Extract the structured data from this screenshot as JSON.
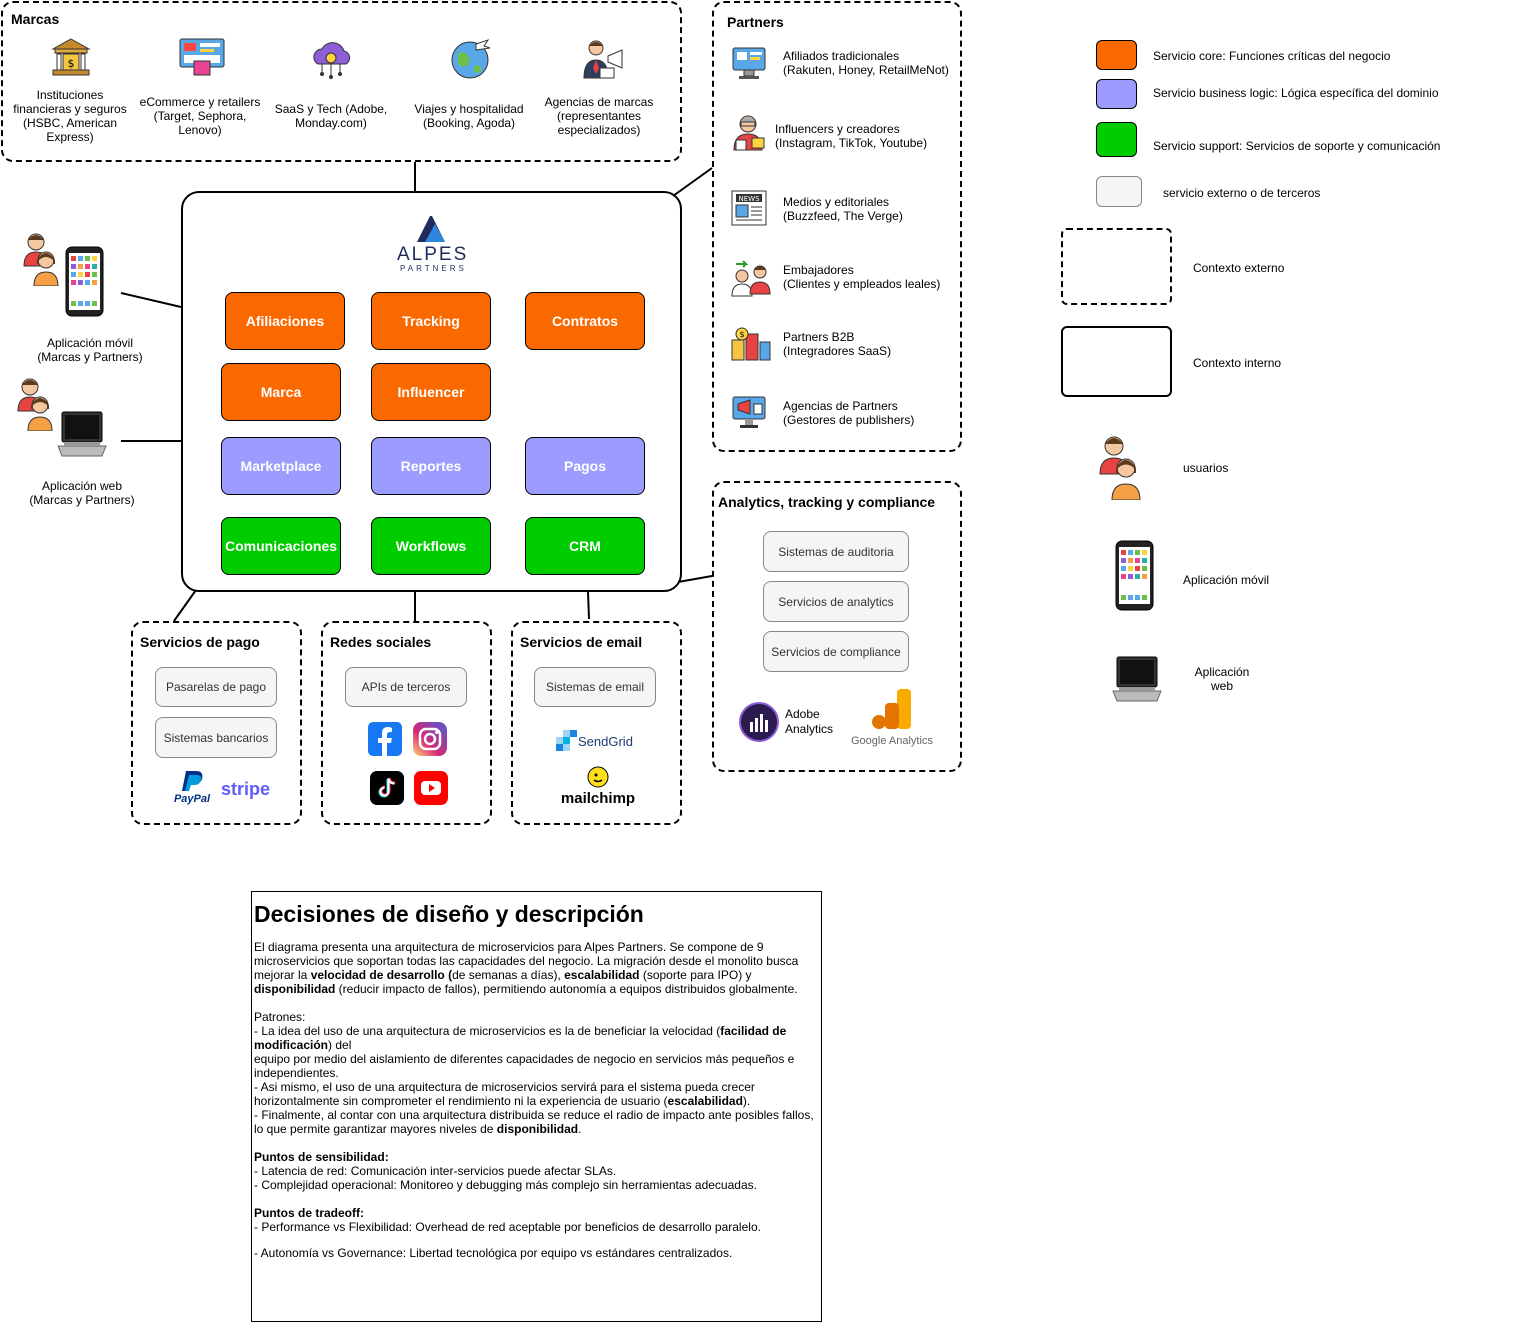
{
  "marcas": {
    "title": "Marcas",
    "items": [
      {
        "label": "Instituciones financieras y seguros (HSBC, American Express)",
        "icon": "bank-icon"
      },
      {
        "label": "eCommerce y retailers (Target, Sephora, Lenovo)",
        "icon": "ecommerce-icon"
      },
      {
        "label": "SaaS y Tech (Adobe, Monday.com)",
        "icon": "cloud-gear-icon"
      },
      {
        "label": "Viajes y hospitalidad (Booking, Agoda)",
        "icon": "globe-plane-icon"
      },
      {
        "label": "Agencias de marcas (representantes especializados)",
        "icon": "agency-icon"
      }
    ]
  },
  "partners": {
    "title": "Partners",
    "items": [
      {
        "label": "Afiliados tradicionales",
        "sub": "(Rakuten, Honey, RetailMeNot)",
        "icon": "affiliate-icon"
      },
      {
        "label": "Influencers y creadores",
        "sub": "(Instagram, TikTok, Youtube)",
        "icon": "influencer-icon"
      },
      {
        "label": "Medios y editoriales",
        "sub": "(Buzzfeed, The Verge)",
        "icon": "news-icon"
      },
      {
        "label": "Embajadores",
        "sub": "(Clientes y empleados leales)",
        "icon": "ambassador-icon"
      },
      {
        "label": "Partners B2B",
        "sub": "(Integradores SaaS)",
        "icon": "b2b-icon"
      },
      {
        "label": "Agencias de Partners",
        "sub": "(Gestores de publishers)",
        "icon": "partner-agency-icon"
      }
    ]
  },
  "core": {
    "logo_main": "ALPES",
    "logo_sub": "PARTNERS",
    "services": {
      "afiliaciones": "Afiliaciones",
      "tracking": "Tracking",
      "contratos": "Contratos",
      "marca": "Marca",
      "influencer": "Influencer",
      "marketplace": "Marketplace",
      "reportes": "Reportes",
      "pagos": "Pagos",
      "comunicaciones": "Comunicaciones",
      "workflows": "Workflows",
      "crm": "CRM"
    }
  },
  "clients": {
    "mobile": {
      "line1": "Aplicación móvil",
      "line2": "(Marcas y Partners)"
    },
    "web": {
      "line1": "Aplicación web",
      "line2": "(Marcas y Partners)"
    }
  },
  "pagos": {
    "title": "Servicios de pago",
    "items": [
      "Pasarelas de pago",
      "Sistemas bancarios"
    ],
    "logos": [
      "PayPal",
      "stripe"
    ]
  },
  "redes": {
    "title": "Redes sociales",
    "items": [
      "APIs de terceros"
    ],
    "logos": [
      "facebook-icon",
      "instagram-icon",
      "tiktok-icon",
      "youtube-icon"
    ]
  },
  "email": {
    "title": "Servicios de email",
    "items": [
      "Sistemas de email"
    ],
    "logos": [
      "SendGrid",
      "mailchimp"
    ]
  },
  "analytics": {
    "title": "Analytics, tracking y compliance",
    "items": [
      "Sistemas de auditoria",
      "Servicios de analytics",
      "Servicios de compliance"
    ],
    "adobe_line1": "Adobe",
    "adobe_line2": "Analytics",
    "google": "Google Analytics"
  },
  "legend": {
    "core": "Servicio core: Funciones críticas del negocio",
    "bl": "Servicio business logic: Lógica específica del dominio",
    "support": "Servicio support: Servicios de soporte y comunicación",
    "ext": "servicio externo o de terceros",
    "ctx_ext": "Contexto externo",
    "ctx_int": "Contexto interno",
    "users": "usuarios",
    "mobile": "Aplicación móvil",
    "web_l1": "Aplicación",
    "web_l2": "web",
    "colors": {
      "core": "#FA6800",
      "bl": "#9C9CFF",
      "support": "#00CC00",
      "ext": "#F5F5F5"
    }
  },
  "notes": {
    "title": "Decisiones de diseño y descripción",
    "p1_a": "El diagrama presenta una arquitectura de microservicios para Alpes Partners. Se compone de 9 microservicios que soportan todas las capacidades del negocio. La migración desde el monolito busca mejorar la ",
    "p1_b": "velocidad de desarrollo (",
    "p1_c": "de semanas a días), ",
    "p1_d": "escalabilidad",
    "p1_e": " (soporte para IPO) y ",
    "p1_f": "disponibilidad",
    "p1_g": " (reducir impacto de fallos), permitiendo autonomía a equipos distribuidos globalmente.",
    "pat_title": "Patrones:",
    "pat1_a": "- La idea del uso de una arquitectura de microservicios es la de beneficiar la velocidad (",
    "pat1_b": "facilidad de modificación",
    "pat1_c": ") del",
    "pat1_d": "equipo por medio del aislamiento de diferentes capacidades de negocio en servicios más pequeños e independientes.",
    "pat2_a": "- Asi mismo, el uso de una arquitectura de microservicios servirá para el sistema pueda crecer horizontalmente sin comprometer el rendimiento ni la experiencia de usuario (",
    "pat2_b": "escalabilidad",
    "pat2_c": ").",
    "pat3_a": "- Finalmente, al contar con una arquitectura distribuida se reduce el radio de impacto ante posibles fallos, lo que permite garantizar mayores niveles de ",
    "pat3_b": "disponibilidad",
    "pat3_c": ".",
    "sens_title": "Puntos de sensibilidad:",
    "sens1": "- Latencia de red: Comunicación inter-servicios puede afectar SLAs.",
    "sens2": "- Complejidad operacional: Monitoreo y debugging más complejo sin herramientas adecuadas.",
    "trade_title": "Puntos de tradeoff:",
    "trade1": "- Performance vs Flexibilidad: Overhead de red aceptable por beneficios de desarrollo paralelo.",
    "trade2": "- Autonomía vs Governance: Libertad tecnológica por equipo vs estándares centralizados."
  }
}
